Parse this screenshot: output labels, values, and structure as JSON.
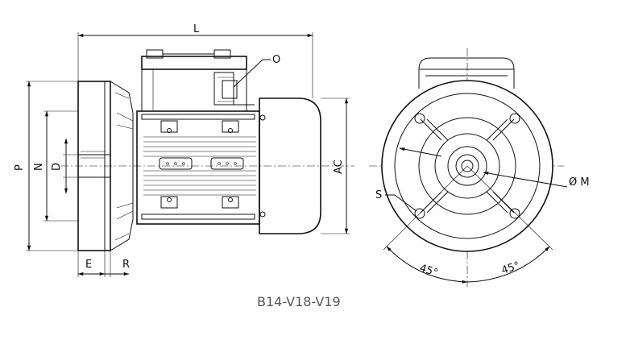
{
  "dims": {
    "L": "L",
    "O": "O",
    "P": "P",
    "N": "N",
    "D": "D",
    "AC": "AC",
    "E": "E",
    "R": "R",
    "S": "S",
    "M": "Ø M",
    "angle_left": "45°",
    "angle_right": "45°"
  },
  "caption": "B14-V18-V19"
}
